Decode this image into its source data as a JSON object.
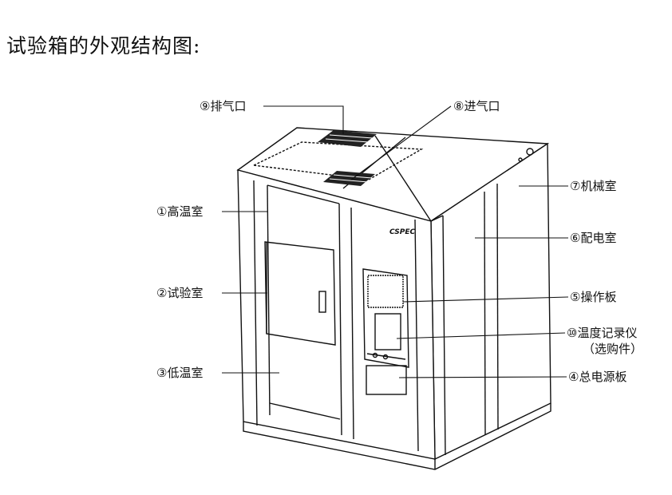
{
  "title": "试验箱的外观结构图:",
  "logo": "CSPEC",
  "labels": {
    "exhaust": "⑨排气口",
    "intake": "⑧进气口",
    "machine_room": "⑦机械室",
    "high_temp": "①高温室",
    "distribution": "⑥配电室",
    "test_room": "②试验室",
    "control_panel": "⑤操作板",
    "recorder": "⑩温度记录仪",
    "recorder_note": "（选购件）",
    "low_temp": "③低温室",
    "main_power": "④总电源板"
  }
}
